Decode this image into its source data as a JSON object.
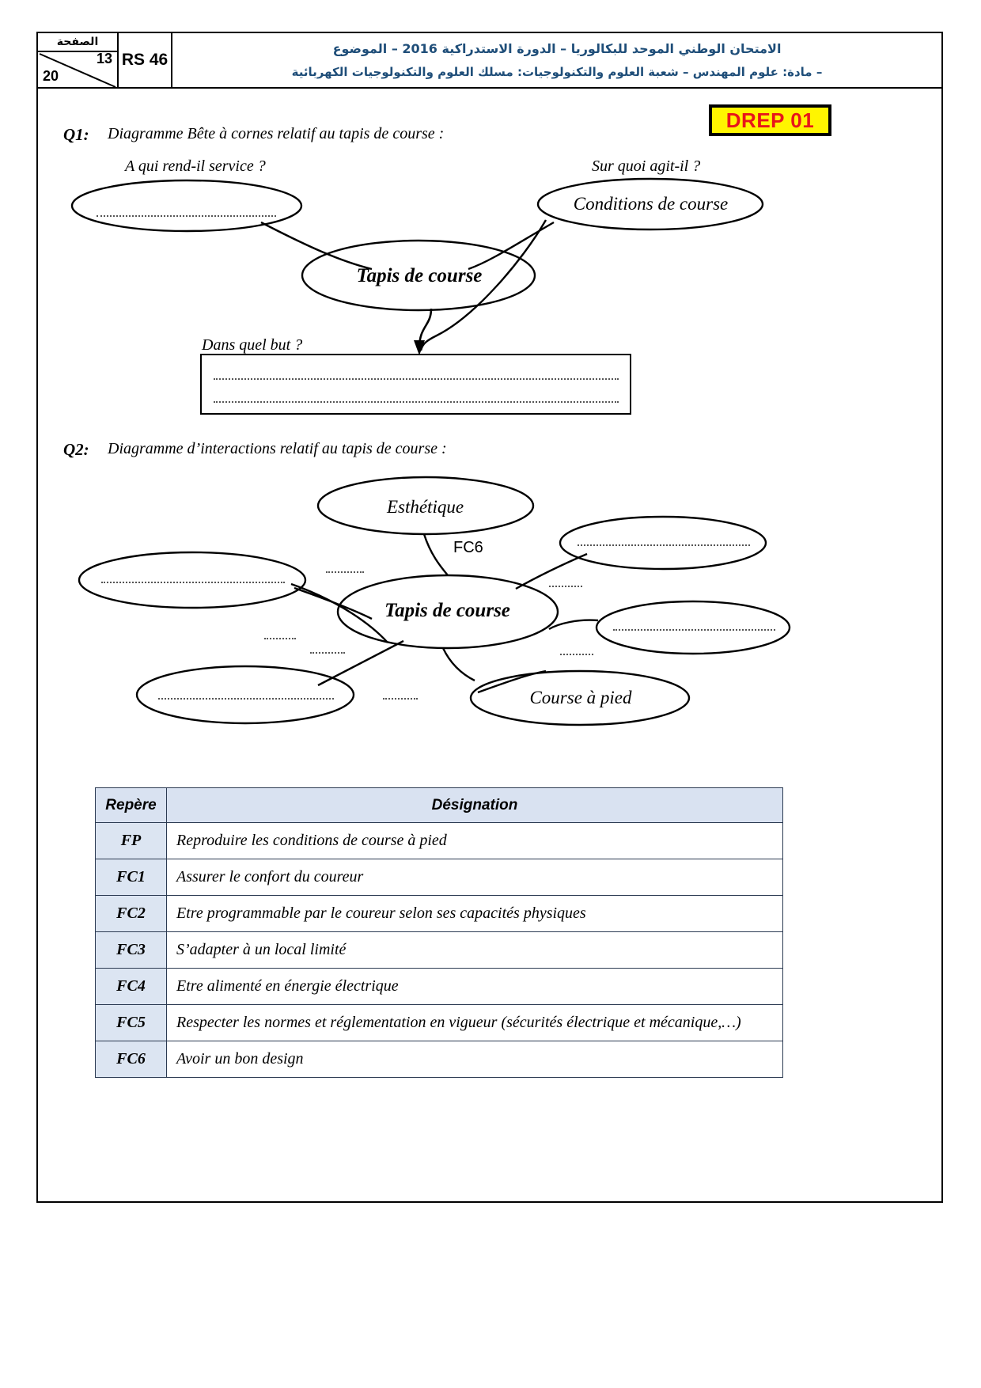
{
  "header": {
    "page_label": "الصفحة",
    "page_current": "13",
    "page_total": "20",
    "code": "RS 46",
    "arabic_line1": "الامتحان الوطني الموحد للبكالوريا – الدورة الاستدراكية  2016 –  الموضوع",
    "arabic_line2": "– مادة: علوم المهندس – شعبة العلوم والتكنولوجيات: مسلك العلوم والتكنولوجيات الكهربائية"
  },
  "badge": {
    "label": "DREP 01",
    "background": "#FFF500",
    "text_color": "#E8161A",
    "border_color": "#000000"
  },
  "q1": {
    "number": "Q1:",
    "text": "Diagramme Bête à cornes relatif au tapis de course :",
    "left_question": "A qui rend-il service ?",
    "right_question": "Sur quoi agit-il ?",
    "left_ellipse_text": "",
    "right_ellipse_text": "Conditions de course",
    "center_ellipse_text": "Tapis de course",
    "bottom_question": "Dans quel but ?"
  },
  "q2": {
    "number": "Q2:",
    "text": "Diagramme d’interactions relatif au tapis de course :",
    "top_ellipse_text": "Esthétique",
    "center_ellipse_text": "Tapis de course",
    "bottom_right_ellipse_text": "Course à pied",
    "fc_tag": "FC6"
  },
  "table": {
    "columns": [
      "Repère",
      "Désignation"
    ],
    "rows": [
      {
        "repere": "FP",
        "designation": "Reproduire les conditions de course à pied"
      },
      {
        "repere": "FC1",
        "designation": "Assurer le confort du coureur"
      },
      {
        "repere": "FC2",
        "designation": "Etre programmable par le coureur selon ses capacités physiques"
      },
      {
        "repere": "FC3",
        "designation": "S’adapter à un local limité"
      },
      {
        "repere": "FC4",
        "designation": "Etre alimenté en énergie électrique"
      },
      {
        "repere": "FC5",
        "designation": "Respecter les normes et réglementation en vigueur (sécurités électrique et mécanique,…)"
      },
      {
        "repere": "FC6",
        "designation": "Avoir un bon design"
      }
    ],
    "header_background": "#D9E2F1",
    "cell_background": "#DCE5F2"
  }
}
